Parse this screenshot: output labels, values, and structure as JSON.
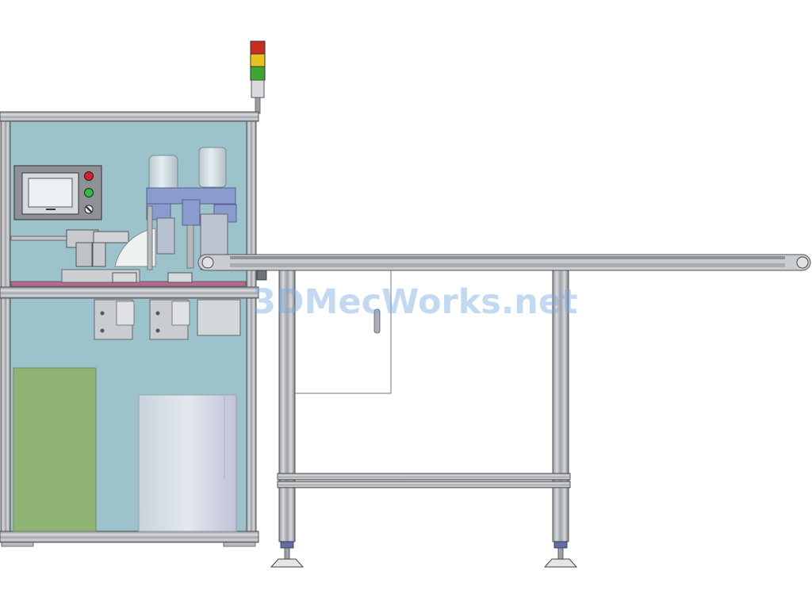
{
  "watermark": {
    "text": "3DMecWorks.net"
  },
  "colors": {
    "glass": "#9cc3cc",
    "frame": "#c9ccd0",
    "frame_dark": "#6a6d72",
    "green_panel": "#8fb476",
    "mechanism_blue": "#8a9ccd",
    "lamp_red": "#cc2b1f",
    "lamp_yellow": "#e8c21a",
    "lamp_green": "#3ea82e",
    "button_red": "#d2232a",
    "button_green": "#2ebd4b"
  },
  "machine": {
    "signal_tower": {
      "lamps": [
        "red",
        "yellow",
        "green"
      ]
    },
    "control_panel": {
      "screen": "touch-screen-hmi",
      "buttons": [
        "stop-button-red",
        "start-button-green",
        "selector-switch"
      ]
    }
  },
  "conveyor": {
    "legs": 2,
    "feet": 2,
    "cabinet_door": 1
  }
}
